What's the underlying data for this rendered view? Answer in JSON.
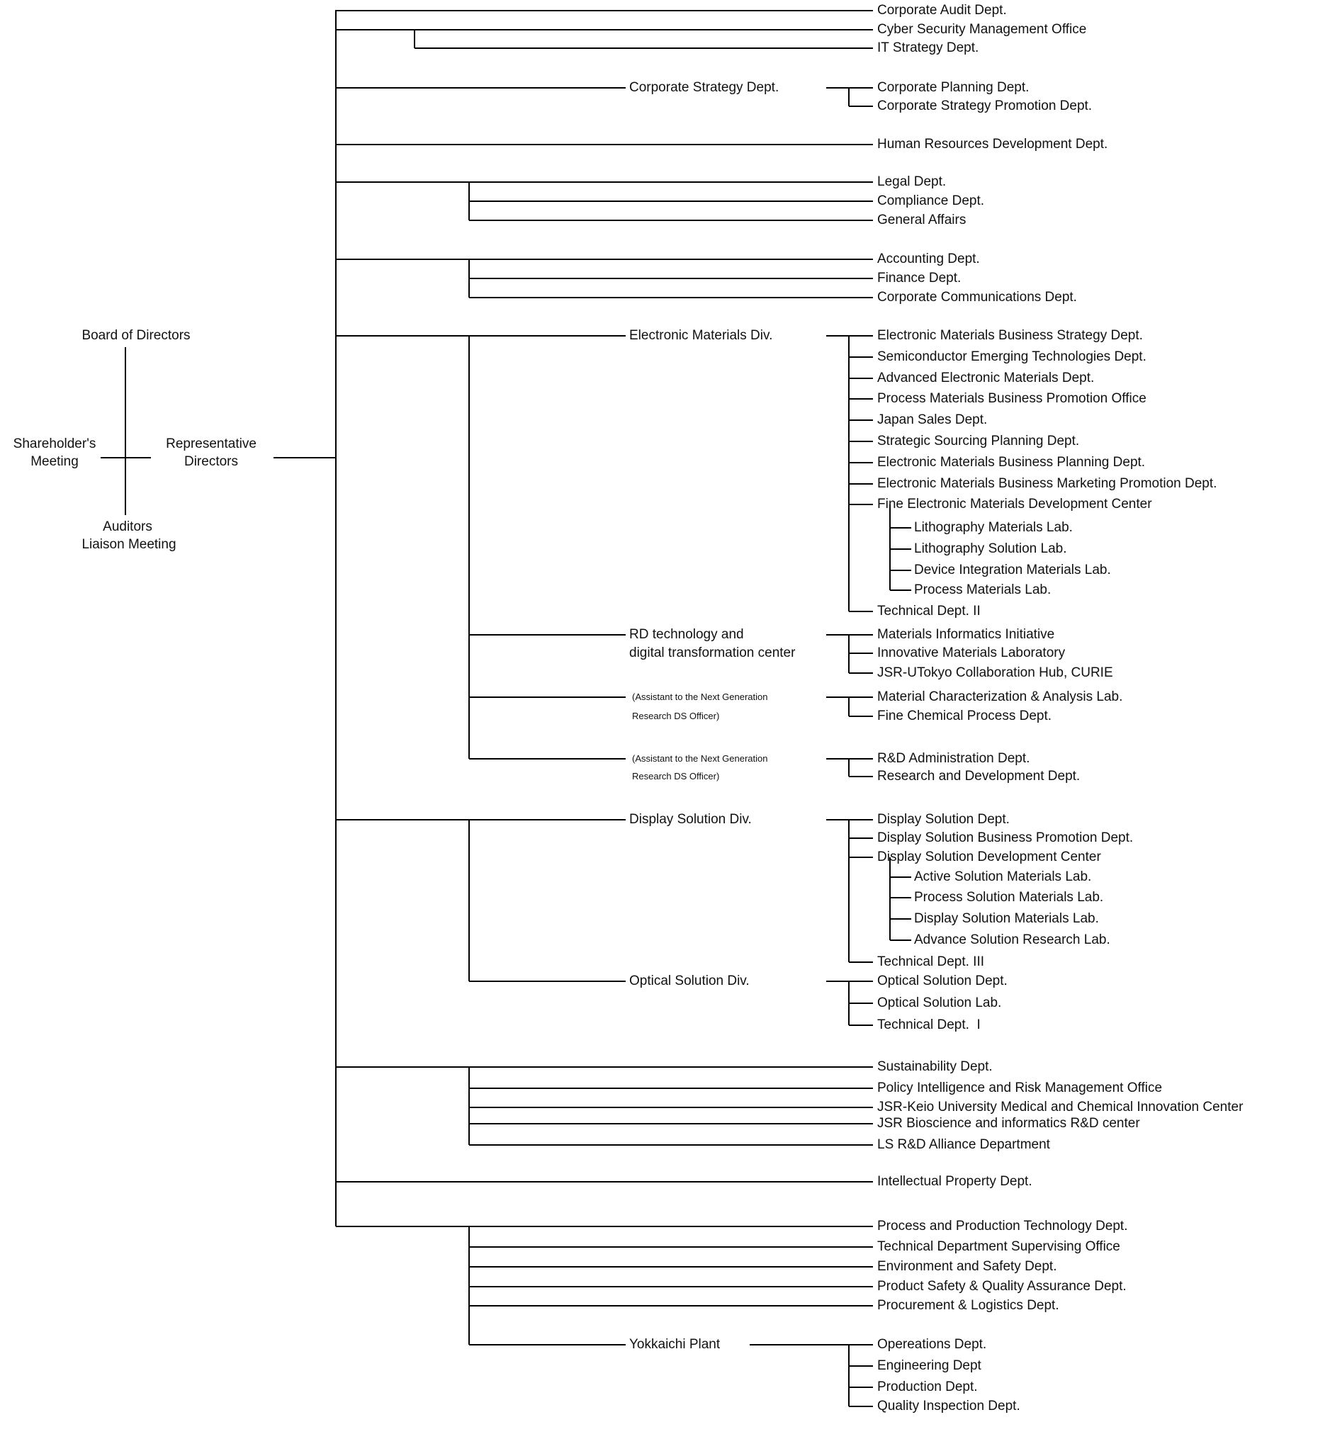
{
  "left_cluster": {
    "board": "Board of Directors",
    "shareholders_line1": "Shareholder's",
    "shareholders_line2": "Meeting",
    "representative_line1": "Representative",
    "representative_line2": "Directors",
    "auditors": "Auditors",
    "liaison": "Liaison Meeting"
  },
  "n": {
    "corporate_audit": "Corporate Audit Dept.",
    "cyber_security": "Cyber Security Management Office",
    "it_strategy": "IT Strategy Dept.",
    "corporate_strategy": "Corporate Strategy Dept.",
    "corporate_planning": "Corporate Planning Dept.",
    "corporate_strategy_promotion": "Corporate Strategy Promotion Dept.",
    "hr_development": "Human Resources Development Dept.",
    "legal": "Legal Dept.",
    "compliance": "Compliance Dept.",
    "general_affairs": "General Affairs",
    "accounting": "Accounting Dept.",
    "finance": "Finance Dept.",
    "corporate_communications": "Corporate Communications Dept.",
    "electronic_materials_div": "Electronic Materials Div.",
    "em_business_strategy": "Electronic Materials Business Strategy Dept.",
    "semiconductor_emerging": "Semiconductor Emerging Technologies Dept.",
    "advanced_em": "Advanced Electronic Materials Dept.",
    "process_materials_promotion": "Process Materials Business Promotion Office",
    "japan_sales": "Japan Sales Dept.",
    "strategic_sourcing": "Strategic Sourcing Planning Dept.",
    "em_business_planning": "Electronic Materials Business Planning Dept.",
    "em_marketing_promotion": "Electronic Materials Business Marketing Promotion Dept.",
    "fine_em_dev_center": "Fine Electronic Materials Development Center",
    "litho_materials_lab": "Lithography Materials Lab.",
    "litho_solution_lab": "Lithography Solution Lab.",
    "device_integration_lab": "Device Integration Materials Lab.",
    "process_materials_lab": "Process Materials Lab.",
    "technical_2": "Technical Dept. II",
    "rd_center_line1": "RD technology and",
    "rd_center_line2": "digital transformation center",
    "materials_informatics": "Materials Informatics Initiative",
    "innovative_materials": "Innovative Materials Laboratory",
    "jsr_utokyo": "JSR-UTokyo Collaboration Hub, CURIE",
    "assistant_1_line1": "(Assistant to the Next Generation",
    "assistant_1_line2": "Research DS Officer)",
    "material_characterization": "Material Characterization & Analysis Lab.",
    "fine_chemical": "Fine Chemical Process Dept.",
    "assistant_2_line1": "(Assistant to the Next Generation",
    "assistant_2_line2": "Research DS Officer)",
    "rd_administration": "R&D Administration Dept.",
    "research_development": "Research and Development Dept.",
    "display_div": "Display Solution Div.",
    "display_dept": "Display Solution Dept.",
    "display_business_promotion": "Display Solution Business Promotion Dept.",
    "display_dev_center": "Display Solution Development Center",
    "active_solution_lab": "Active Solution Materials Lab.",
    "process_solution_lab": "Process Solution Materials Lab.",
    "display_solution_lab": "Display Solution Materials Lab.",
    "advance_solution_lab": "Advance Solution Research Lab.",
    "technical_3": "Technical Dept. III",
    "optical_div": "Optical Solution Div.",
    "optical_dept": "Optical Solution Dept.",
    "optical_lab": "Optical Solution Lab.",
    "technical_1": "Technical Dept.  I",
    "sustainability": "Sustainability Dept.",
    "policy_intelligence": "Policy Intelligence and Risk Management Office",
    "jsr_keio": "JSR-Keio University Medical and Chemical Innovation Center",
    "jsr_bioscience": "JSR Bioscience and informatics R&D center",
    "ls_rd_alliance": "LS R&D Alliance Department",
    "intellectual_property": "Intellectual Property Dept.",
    "process_production": "Process and Production Technology Dept.",
    "tech_supervising": "Technical Department Supervising Office",
    "environment_safety": "Environment and Safety Dept.",
    "product_safety": "Product Safety & Quality Assurance Dept.",
    "procurement_logistics": "Procurement & Logistics Dept.",
    "yokkaichi": "Yokkaichi Plant",
    "operations": "Opereations Dept.",
    "engineering": "Engineering Dept",
    "production": "Production Dept.",
    "quality_inspection": "Quality Inspection Dept."
  },
  "colors": {
    "line": "#000000",
    "text": "#111111",
    "background": "#ffffff"
  }
}
